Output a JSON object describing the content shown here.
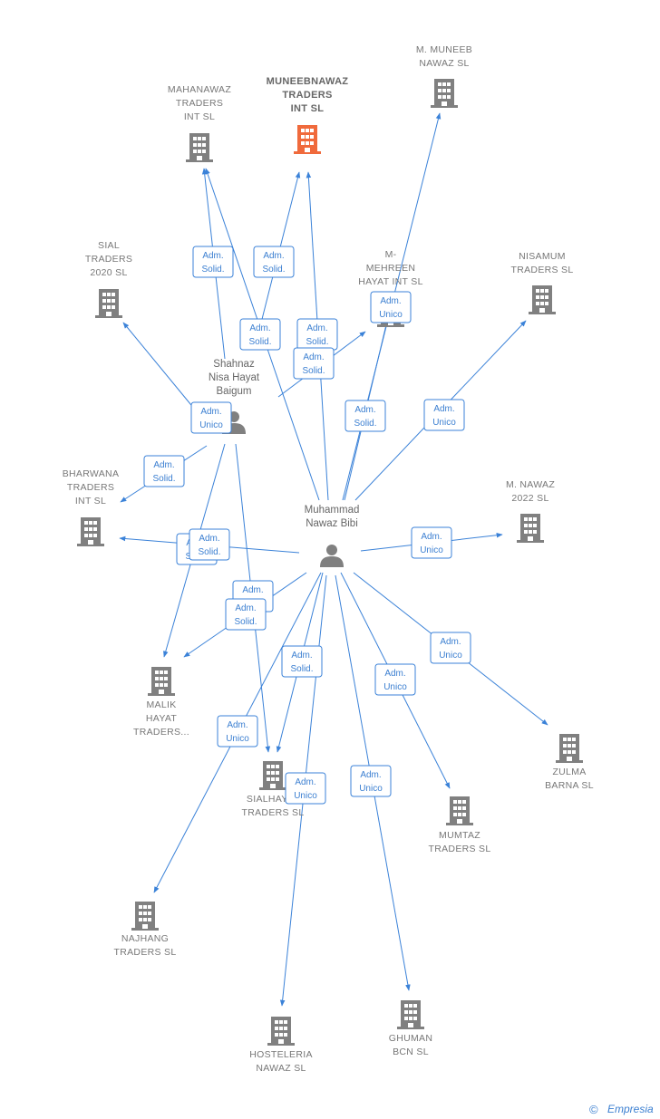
{
  "colors": {
    "edge": "#3b82d8",
    "building": "#808080",
    "highlight": "#f06a3c",
    "person": "#808080",
    "label": "#777777"
  },
  "companies": [
    {
      "id": "muneeb",
      "lines": [
        "M.  MUNEEB",
        "NAWAZ  SL"
      ]
    },
    {
      "id": "mahanawaz",
      "lines": [
        "MAHANAWAZ",
        "TRADERS",
        "INT  SL"
      ]
    },
    {
      "id": "muneebnawaz",
      "lines": [
        "MUNEEBNAWAZ",
        "TRADERS",
        "INT  SL"
      ],
      "highlight": true
    },
    {
      "id": "sial",
      "lines": [
        "SIAL",
        "TRADERS",
        "2020  SL"
      ]
    },
    {
      "id": "mehreen",
      "lines": [
        "M-",
        "MEHREEN",
        "HAYAT INT  SL"
      ]
    },
    {
      "id": "nisamum",
      "lines": [
        "NISAMUM",
        "TRADERS  SL"
      ]
    },
    {
      "id": "bharwana",
      "lines": [
        "BHARWANA",
        "TRADERS",
        "INT  SL"
      ]
    },
    {
      "id": "mnawaz2022",
      "lines": [
        "M.  NAWAZ",
        "2022  SL"
      ]
    },
    {
      "id": "malik",
      "lines": [
        "MALIK",
        "HAYAT",
        "TRADERS..."
      ]
    },
    {
      "id": "zulma",
      "lines": [
        "ZULMA",
        "BARNA  SL"
      ]
    },
    {
      "id": "sialhayat",
      "lines": [
        "SIALHAYAT",
        "TRADERS  SL"
      ]
    },
    {
      "id": "mumtaz",
      "lines": [
        "MUMTAZ",
        "TRADERS  SL"
      ]
    },
    {
      "id": "najhang",
      "lines": [
        "NAJHANG",
        "TRADERS  SL"
      ]
    },
    {
      "id": "hosteleria",
      "lines": [
        "HOSTELERIA",
        "NAWAZ  SL"
      ]
    },
    {
      "id": "ghuman",
      "lines": [
        "GHUMAN",
        "BCN  SL"
      ]
    }
  ],
  "persons": [
    {
      "id": "shahnaz",
      "lines": [
        "Shahnaz",
        "Nisa Hayat",
        "Baigum"
      ]
    },
    {
      "id": "muhammad",
      "lines": [
        "Muhammad",
        "Nawaz Bibi"
      ]
    }
  ],
  "badges": [
    {
      "lines": [
        "Adm.",
        "Solid."
      ]
    },
    {
      "lines": [
        "Adm.",
        "Solid."
      ]
    },
    {
      "lines": [
        "Adm.",
        "Solid."
      ]
    },
    {
      "lines": [
        "Adm.",
        "Solid."
      ]
    },
    {
      "lines": [
        "Adm.",
        "Solid."
      ]
    },
    {
      "lines": [
        "Adm.",
        "Unico"
      ]
    },
    {
      "lines": [
        "Adm.",
        "Unico"
      ]
    },
    {
      "lines": [
        "Adm.",
        "Solid."
      ]
    },
    {
      "lines": [
        "Adm.",
        "Unico"
      ]
    },
    {
      "lines": [
        "Adm.",
        "Solid."
      ]
    },
    {
      "lines": [
        "Adm.",
        "Unico"
      ]
    },
    {
      "lines": [
        "Adm.",
        "Solid."
      ]
    },
    {
      "lines": [
        "Adm.",
        "Solid."
      ]
    },
    {
      "lines": [
        "Adm.",
        "Solid."
      ]
    },
    {
      "lines": [
        "Adm.",
        "Solid."
      ]
    },
    {
      "lines": [
        "Adm.",
        "Solid."
      ]
    },
    {
      "lines": [
        "Adm.",
        "Unico"
      ]
    },
    {
      "lines": [
        "Adm.",
        "Unico"
      ]
    },
    {
      "lines": [
        "Adm.",
        "Unico"
      ]
    },
    {
      "lines": [
        "Adm.",
        "Unico"
      ]
    },
    {
      "lines": [
        "Adm.",
        "Unico"
      ]
    }
  ],
  "watermark": {
    "symbol": "©",
    "text": "Empresia"
  }
}
